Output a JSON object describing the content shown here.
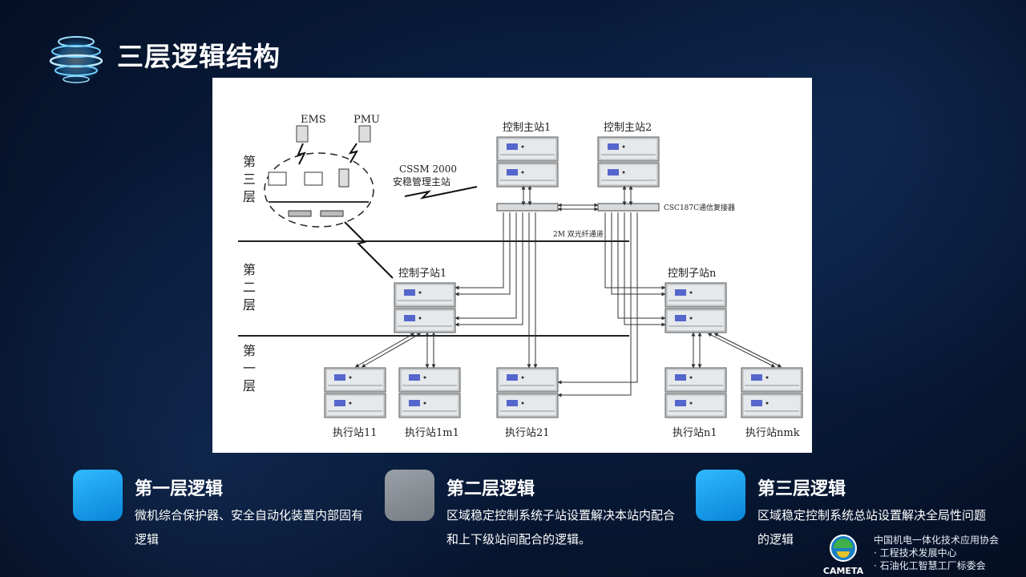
{
  "slide": {
    "title": "三层逻辑结构"
  },
  "diagram": {
    "layer_labels": {
      "third": [
        "第",
        "三",
        "层"
      ],
      "second": [
        "第",
        "二",
        "层"
      ],
      "first": [
        "第",
        "一",
        "层"
      ]
    },
    "ems": "EMS",
    "pmu": "PMU",
    "cssm": "CSSM 2000",
    "cssm_sub": "安稳管理主站",
    "main_station_1": "控制主站1",
    "main_station_2": "控制主站2",
    "multiplexer": "CSC187C通信复接器",
    "fiber": "2M 双光纤通道",
    "sub_station_1": "控制子站1",
    "sub_station_n": "控制子站n",
    "executors": [
      "执行站11",
      "执行站1m1",
      "执行站21",
      "执行站n1",
      "执行站nmk"
    ]
  },
  "cards": [
    {
      "title": "第一层逻辑",
      "desc": "微机综合保护器、安全自动化装置内部固有逻辑",
      "color": "#0a9be8"
    },
    {
      "title": "第二层逻辑",
      "desc": "区域稳定控制系统子站设置解决本站内配合和上下级站间配合的逻辑。",
      "color": "#8a8f96"
    },
    {
      "title": "第三层逻辑",
      "desc": "区域稳定控制系统总站设置解决全局性问题的逻辑",
      "color": "#0a9be8"
    }
  ],
  "footer": {
    "logo_text": "CAMETA",
    "lines": [
      "中国机电一体化技术应用协会",
      "· 工程技术发展中心",
      "· 石油化工智慧工厂标委会"
    ]
  }
}
